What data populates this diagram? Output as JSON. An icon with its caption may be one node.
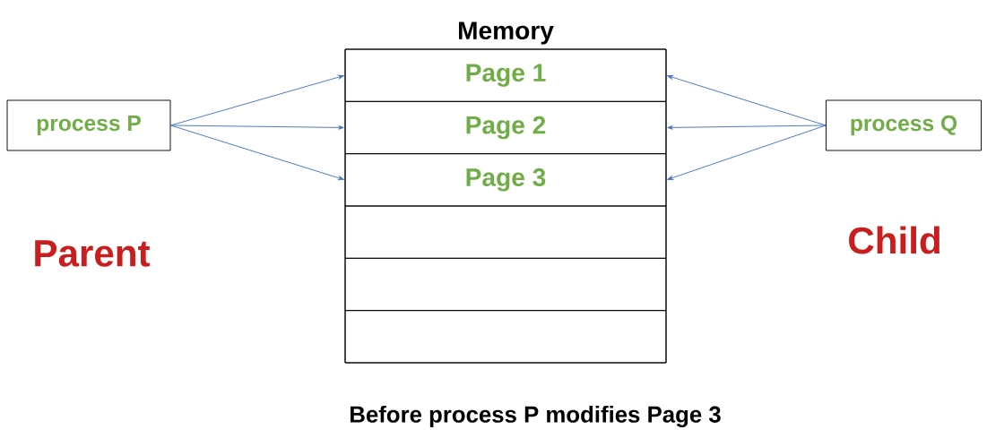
{
  "diagram": {
    "caption": "Before process P modifies Page 3",
    "nodes": [
      {
        "text": [
          "Memory"
        ]
      },
      {
        "text": [
          "Page 1"
        ],
        "in": 0
      },
      {
        "text": [
          "Page 2"
        ],
        "in": 0
      },
      {
        "text": [
          "Page 3"
        ],
        "in": 0
      },
      {
        "text": [],
        "shape": "box",
        "in": 0
      },
      {
        "text": [],
        "shape": "box",
        "in": 0
      },
      {
        "text": [],
        "shape": "box",
        "in": 0
      },
      {
        "text": [
          "process P"
        ]
      },
      {
        "text": [
          "process Q"
        ]
      }
    ],
    "edges": [
      {
        "from": 7,
        "to": 1,
        "arrow": "to"
      },
      {
        "from": 7,
        "to": 2,
        "arrow": "to"
      },
      {
        "from": 7,
        "to": 3,
        "arrow": "to"
      },
      {
        "from": 8,
        "to": 1,
        "arrow": "to"
      },
      {
        "from": 8,
        "to": 2,
        "arrow": "to"
      },
      {
        "from": 8,
        "to": 3,
        "arrow": "to"
      }
    ],
    "labels": [
      "Parent",
      "Child"
    ]
  }
}
